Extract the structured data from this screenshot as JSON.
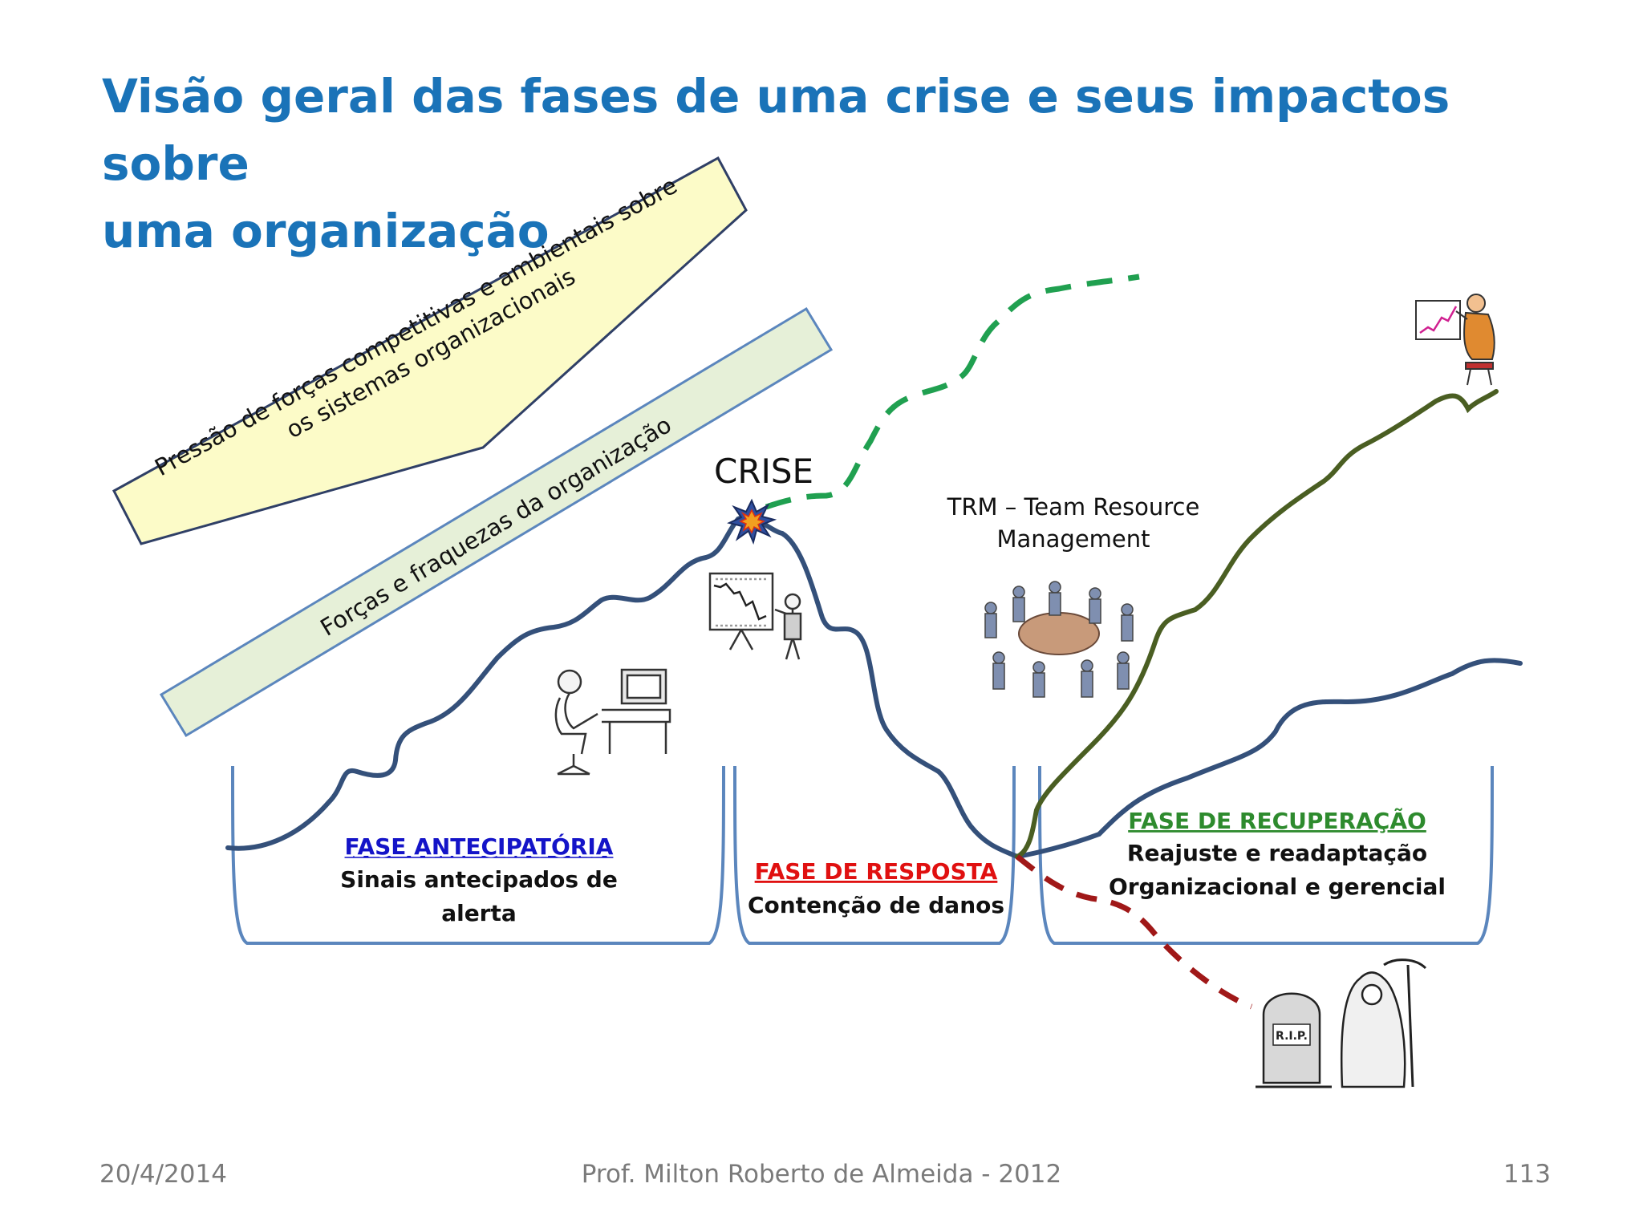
{
  "slide": {
    "title_line1": "Visão geral das fases de uma crise e seus impactos sobre",
    "title_line2": "uma organização",
    "pressure_banner": {
      "line1": "Pressão de forças competitivas e ambientais sobre",
      "line2": "os sistemas organizacionais"
    },
    "strength_banner": "Forças e fraquezas da organização",
    "crisis_label": "CRISE",
    "trm_label": {
      "line1": "TRM – Team Resource",
      "line2": "Management"
    },
    "phases": [
      {
        "name": "FASE ANTECIPATÓRIA",
        "line1": "Sinais antecipados de",
        "line2": "alerta",
        "color": "#1414c8"
      },
      {
        "name": "FASE DE RESPOSTA",
        "line1": "Contenção de danos",
        "color": "#e01010"
      },
      {
        "name": "FASE DE RECUPERAÇÃO",
        "line1": "Reajuste e readaptação",
        "line2": "Organizacional e gerencial",
        "color": "#2e8b2e"
      }
    ],
    "tombstone_text": "R.I.P.",
    "colors": {
      "title": "#1a73b8",
      "main_curve": "#34507a",
      "optimistic_curve": "#20a050",
      "recovery_curve": "#4a5e22",
      "decline_curve": "#a01818",
      "pressure_banner_fill": "#fcfbc8",
      "strength_banner_fill": "#e6f0d8",
      "bracket": "#5b86bd"
    }
  },
  "footer": {
    "date": "20/4/2014",
    "author": "Prof. Milton Roberto de Almeida - 2012",
    "page": "113"
  }
}
